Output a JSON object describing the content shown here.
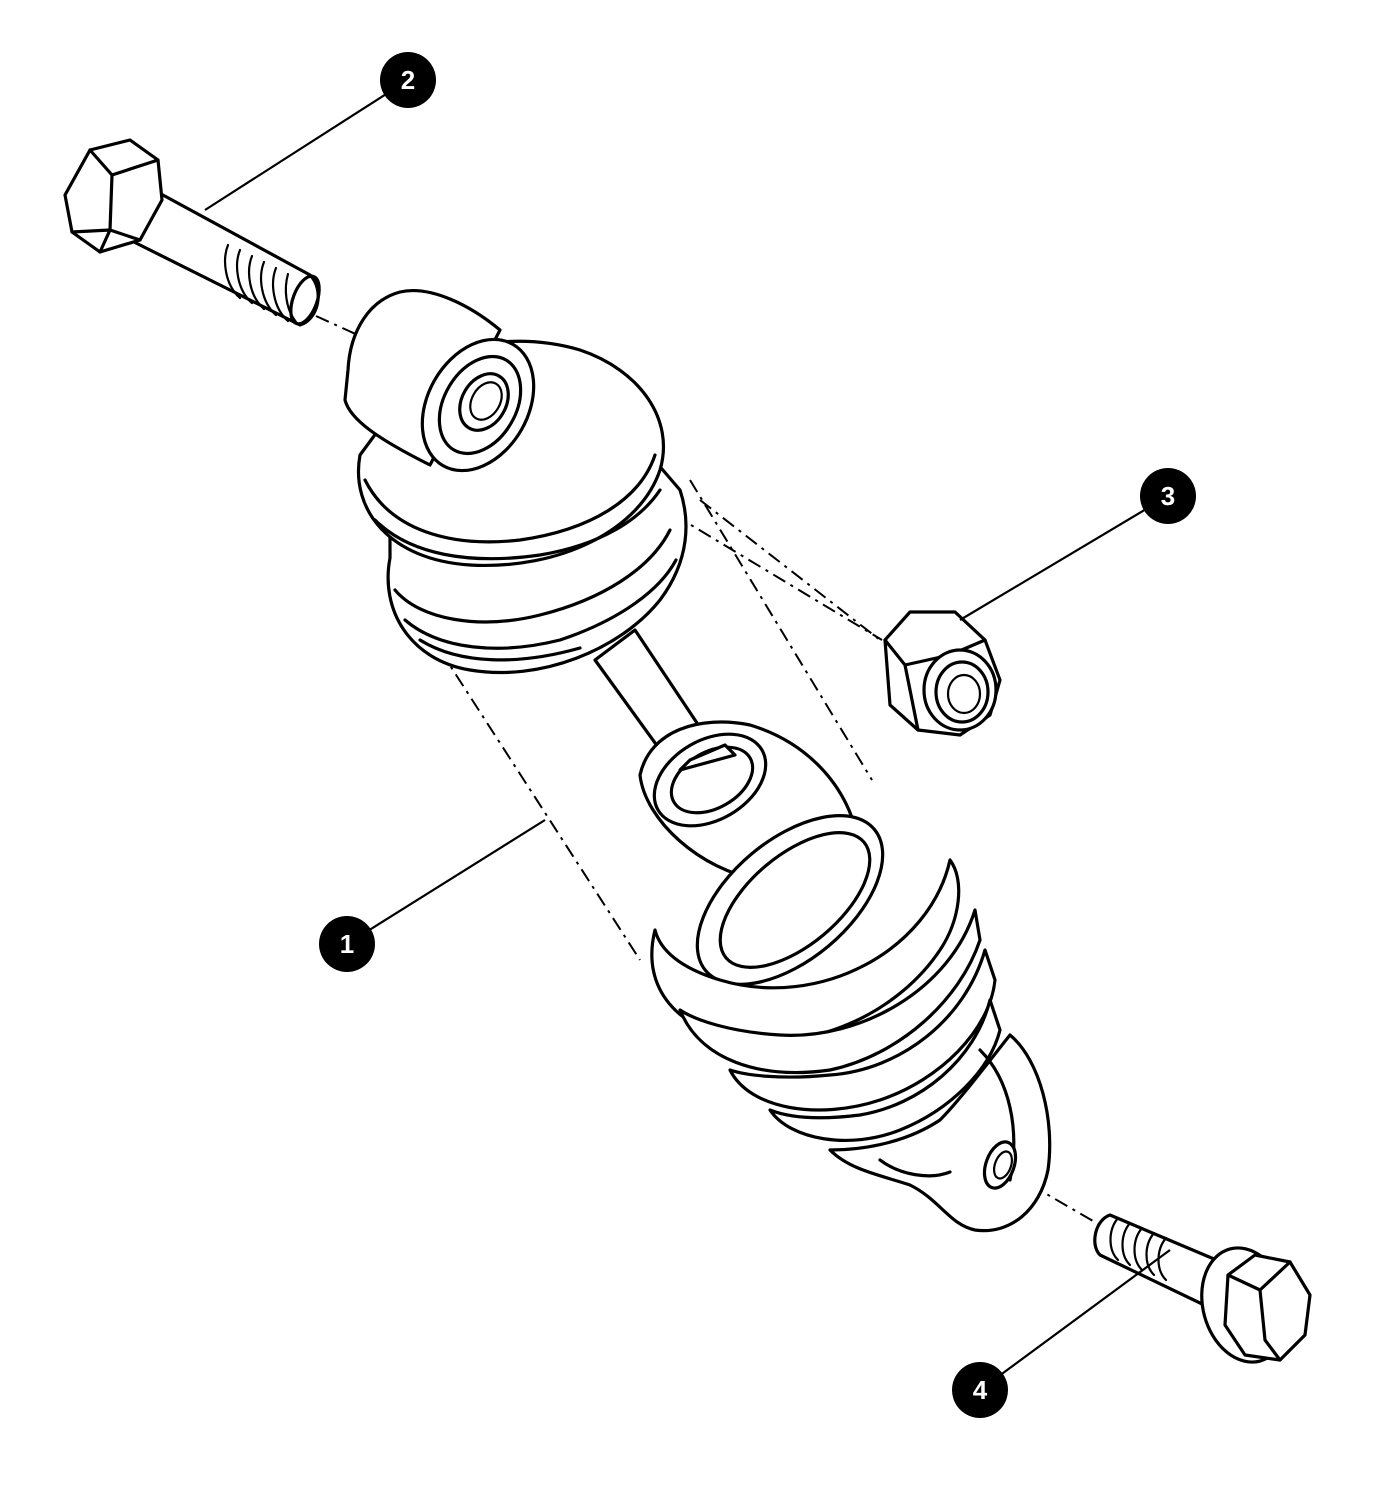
{
  "callouts": [
    {
      "id": "1",
      "label": "1"
    },
    {
      "id": "2",
      "label": "2"
    },
    {
      "id": "3",
      "label": "3"
    },
    {
      "id": "4",
      "label": "4"
    }
  ],
  "parts": {
    "1": "shock-absorber",
    "2": "upper-mounting-bolt",
    "3": "lock-nut",
    "4": "lower-flange-bolt"
  },
  "colors": {
    "ink": "#000000",
    "paper": "#ffffff"
  }
}
